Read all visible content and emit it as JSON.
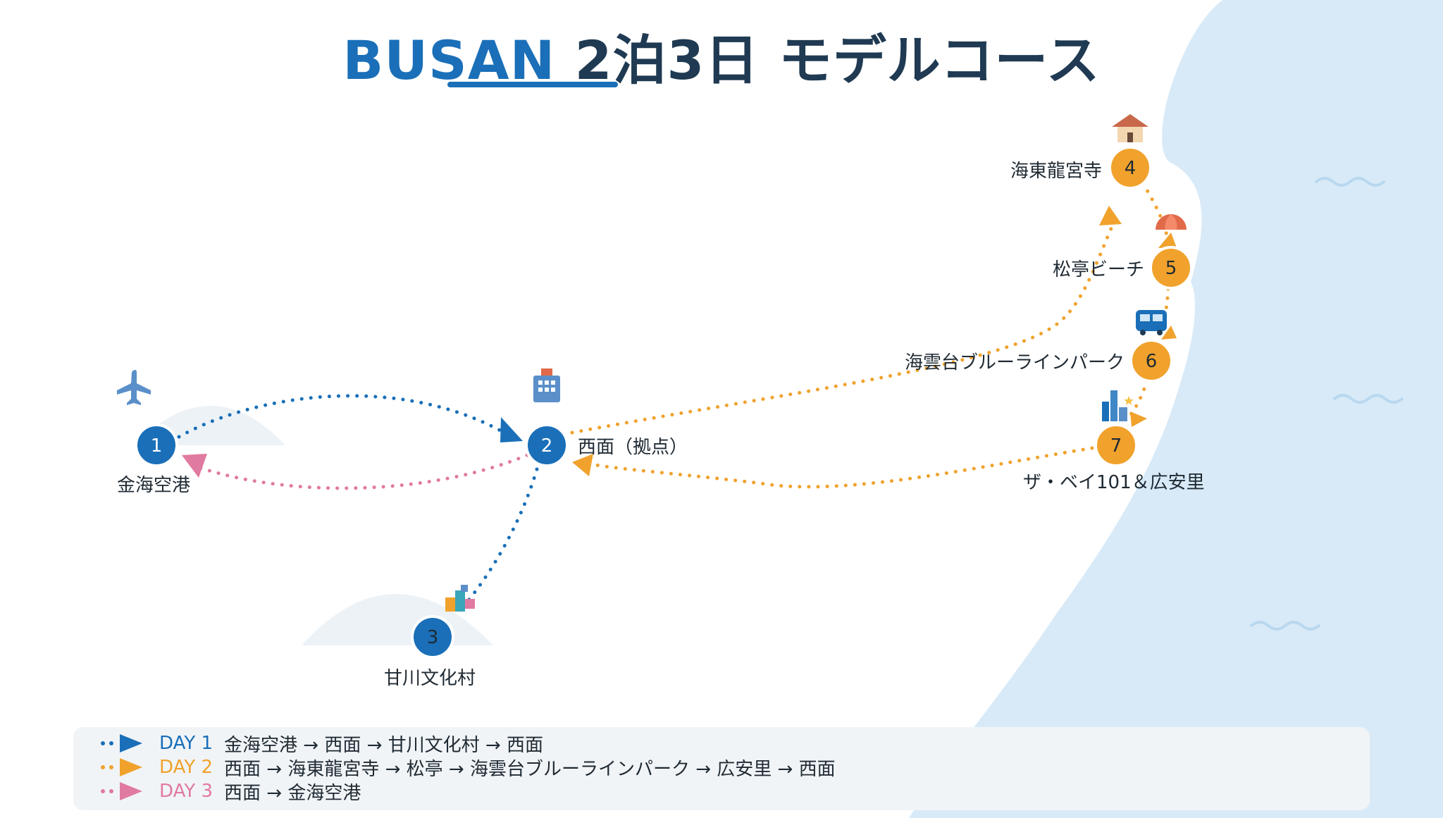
{
  "title": {
    "accent": "BUSAN",
    "rest": " 2泊3日 モデルコース"
  },
  "colors": {
    "day1": "#1a6fb8",
    "day2": "#f0a22c",
    "day3": "#e07aa0",
    "sea": "#d8eaf8",
    "title": "#1f3a52"
  },
  "stops": [
    {
      "num": "1",
      "label": "金海空港",
      "icon": "airplane-icon",
      "day_color": "day1"
    },
    {
      "num": "2",
      "label": "西面（拠点）",
      "icon": "hotel-icon",
      "day_color": "day1"
    },
    {
      "num": "3",
      "label": "甘川文化村",
      "icon": "colorful-houses-icon",
      "day_color": "day1"
    },
    {
      "num": "4",
      "label": "海東龍宮寺",
      "icon": "temple-icon",
      "day_color": "day2"
    },
    {
      "num": "5",
      "label": "松亭ビーチ",
      "icon": "beach-umbrella-icon",
      "day_color": "day2"
    },
    {
      "num": "6",
      "label": "海雲台ブルーラインパーク",
      "icon": "tram-icon",
      "day_color": "day2"
    },
    {
      "num": "7",
      "label": "ザ・ベイ101＆広安里",
      "icon": "city-skyline-icon",
      "day_color": "day2"
    }
  ],
  "legend": [
    {
      "day": "DAY 1",
      "route": "金海空港 → 西面 → 甘川文化村 → 西面",
      "color": "day1"
    },
    {
      "day": "DAY 2",
      "route": "西面 → 海東龍宮寺 → 松亭 → 海雲台ブルーラインパーク → 広安里 → 西面",
      "color": "day2"
    },
    {
      "day": "DAY 3",
      "route": "西面 → 金海空港",
      "color": "day3"
    }
  ]
}
